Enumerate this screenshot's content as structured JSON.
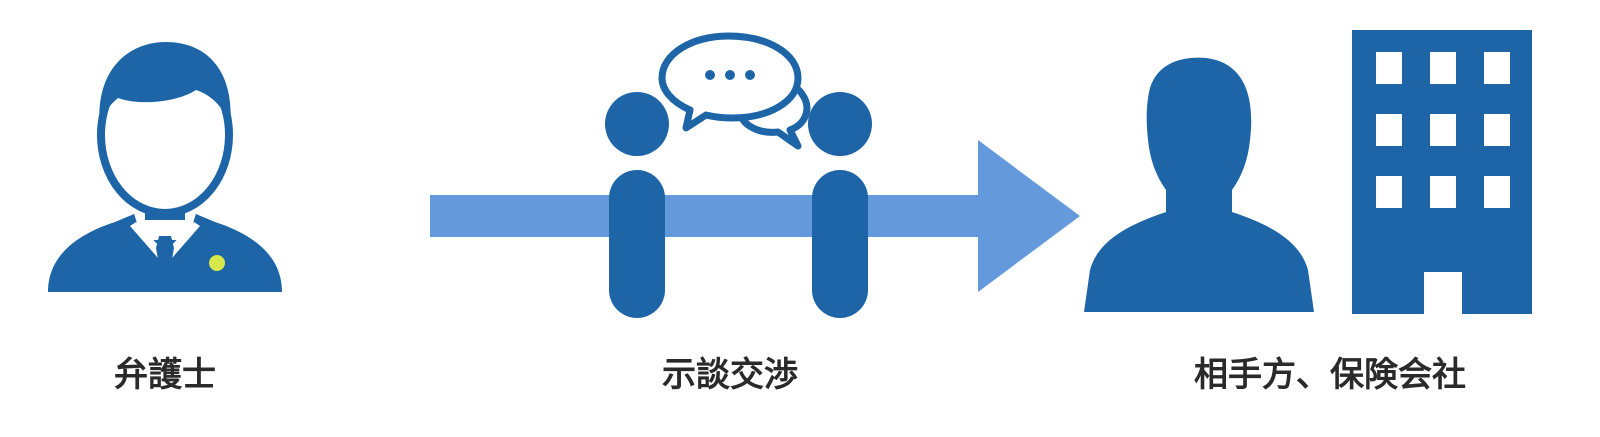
{
  "colors": {
    "primary_blue": "#1d65a6",
    "arrow_blue": "#6499dc",
    "badge_yellow": "#d7e84a",
    "label_text": "#2a2a2a"
  },
  "icons": {
    "lawyer": "lawyer-icon",
    "negotiation": "negotiating-people-icon",
    "speech_bubbles": "speech-bubbles-icon",
    "arrow": "arrow-right-icon",
    "counterparty": "person-silhouette-icon",
    "insurer": "office-building-icon"
  },
  "labels": {
    "lawyer": "弁護士",
    "negotiation": "示談交渉",
    "counterparty": "相手方、保険会社"
  },
  "speech_bubble_dots": "• • •"
}
